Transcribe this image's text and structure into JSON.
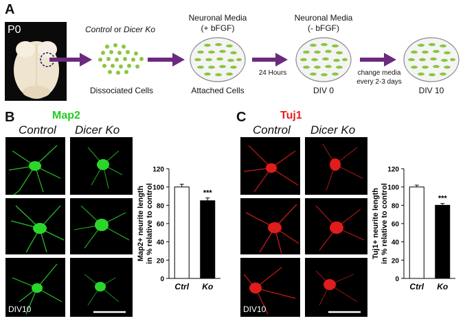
{
  "panel_a": {
    "letter": "A",
    "brain_label": "P0",
    "condition_prefix": "Control",
    "condition_or": " or ",
    "condition_suffix": "Dicer Ko",
    "steps": [
      {
        "label": "Dissociated Cells"
      },
      {
        "header_line1": "Neuronal Media",
        "header_line2": "(+ bFGF)",
        "label": "Attached Cells"
      },
      {
        "header_line1": "Neuronal Media",
        "header_line2": "(- bFGF)",
        "label": "DIV 0"
      },
      {
        "label": "DIV 10"
      }
    ],
    "arrow_label_24h": "24 Hours",
    "arrow_label_change_line1": "change media",
    "arrow_label_change_line2": "every 2-3 days",
    "colors": {
      "arrow": "#6b2a7e",
      "cell": "#8cc63f",
      "dish_fill": "#f4f4f4"
    }
  },
  "panel_b": {
    "letter": "B",
    "marker": "Map2",
    "marker_color": "#22cc22",
    "col_control": "Control",
    "col_ko": "Dicer Ko",
    "div_label": "DIV10",
    "stain_color": "#2bd62b"
  },
  "panel_c": {
    "letter": "C",
    "marker": "Tuj1",
    "marker_color": "#e8201c",
    "col_control": "Control",
    "col_ko": "Dicer Ko",
    "div_label": "DIV10",
    "stain_color": "#e01c1c"
  },
  "chart_data": [
    {
      "type": "bar",
      "categories": [
        "Ctrl",
        "Ko"
      ],
      "values": [
        100,
        85
      ],
      "errors": [
        3,
        3
      ],
      "fills": [
        "#ffffff",
        "#000000"
      ],
      "annotation": "***",
      "ylabel_line1": "Map2+ neurite length",
      "ylabel_line2": "in % relative to control",
      "ylim": [
        0,
        120
      ],
      "yticks": [
        "0",
        "20",
        "40",
        "60",
        "80",
        "100",
        "120"
      ]
    },
    {
      "type": "bar",
      "categories": [
        "Ctrl",
        "Ko"
      ],
      "values": [
        100,
        80
      ],
      "errors": [
        2,
        2
      ],
      "fills": [
        "#ffffff",
        "#000000"
      ],
      "annotation": "***",
      "ylabel_line1": "Tuj1+ neurite length",
      "ylabel_line2": "in % relative to control",
      "ylim": [
        0,
        120
      ],
      "yticks": [
        "0",
        "20",
        "40",
        "60",
        "80",
        "100",
        "120"
      ]
    }
  ]
}
